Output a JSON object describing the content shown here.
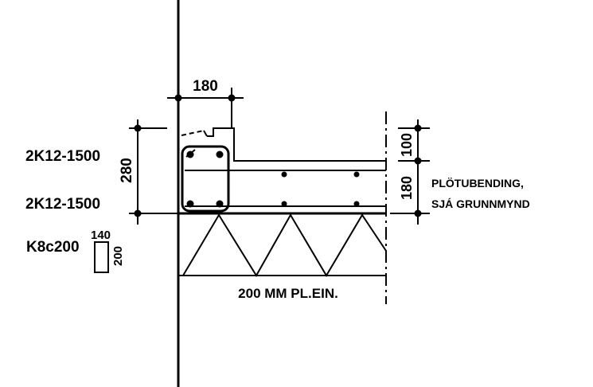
{
  "drawing": {
    "background_color": "#ffffff",
    "line_color": "#000000",
    "labels": {
      "dim_edge_width": "180",
      "dim_total_depth": "280",
      "dim_top_part": "100",
      "dim_slab_thickness": "180",
      "rebar_top": "2K12-1500",
      "rebar_bottom": "2K12-1500",
      "stirrup": "K8c200",
      "stirrup_width": "140",
      "stirrup_height": "200",
      "note_line_1": "PLÖTUBENDING,",
      "note_line_2": "SJÁ GRUNNMYND",
      "insulation": "200 MM PL.EIN."
    }
  }
}
